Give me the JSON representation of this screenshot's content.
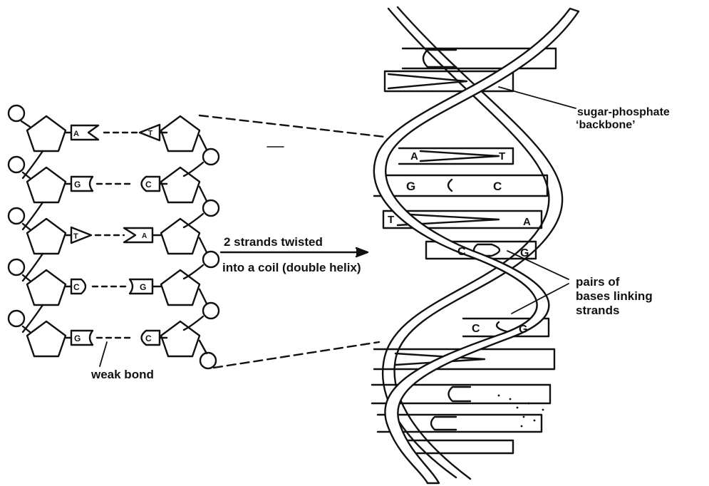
{
  "diagram": {
    "arrow_label": {
      "line1": "2 strands twisted",
      "line2": "into a coil (double helix)"
    },
    "callouts": {
      "backbone": {
        "line1": "sugar-phosphate",
        "line2": "‘backbone’"
      },
      "pairs": {
        "line1": "pairs of",
        "line2": "bases linking",
        "line3": "strands"
      },
      "weak_bond": "weak bond"
    },
    "ladder_pairs": [
      {
        "left": "A",
        "right": "T"
      },
      {
        "left": "G",
        "right": "C"
      },
      {
        "left": "T",
        "right": "A"
      },
      {
        "left": "C",
        "right": "G"
      },
      {
        "left": "G",
        "right": "C"
      }
    ],
    "helix_rungs": [
      {
        "left": "A",
        "right": "T"
      },
      {
        "left": "G",
        "right": "C"
      },
      {
        "left": "T",
        "right": "A"
      },
      {
        "left": "C",
        "right": "G"
      },
      {
        "left": "C",
        "right": "G"
      }
    ]
  }
}
